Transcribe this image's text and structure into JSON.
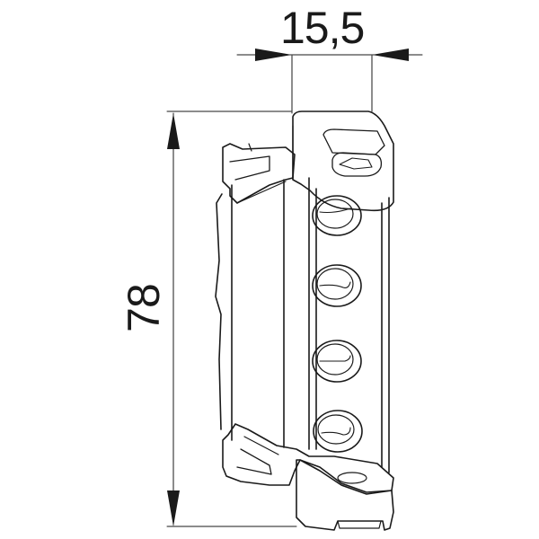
{
  "drawing": {
    "subject": "hinge technical drawing",
    "line_color": "#1a1a1a",
    "background": "#ffffff"
  },
  "dimensions": {
    "width": {
      "label": "15,5"
    },
    "height": {
      "label": "78"
    }
  }
}
